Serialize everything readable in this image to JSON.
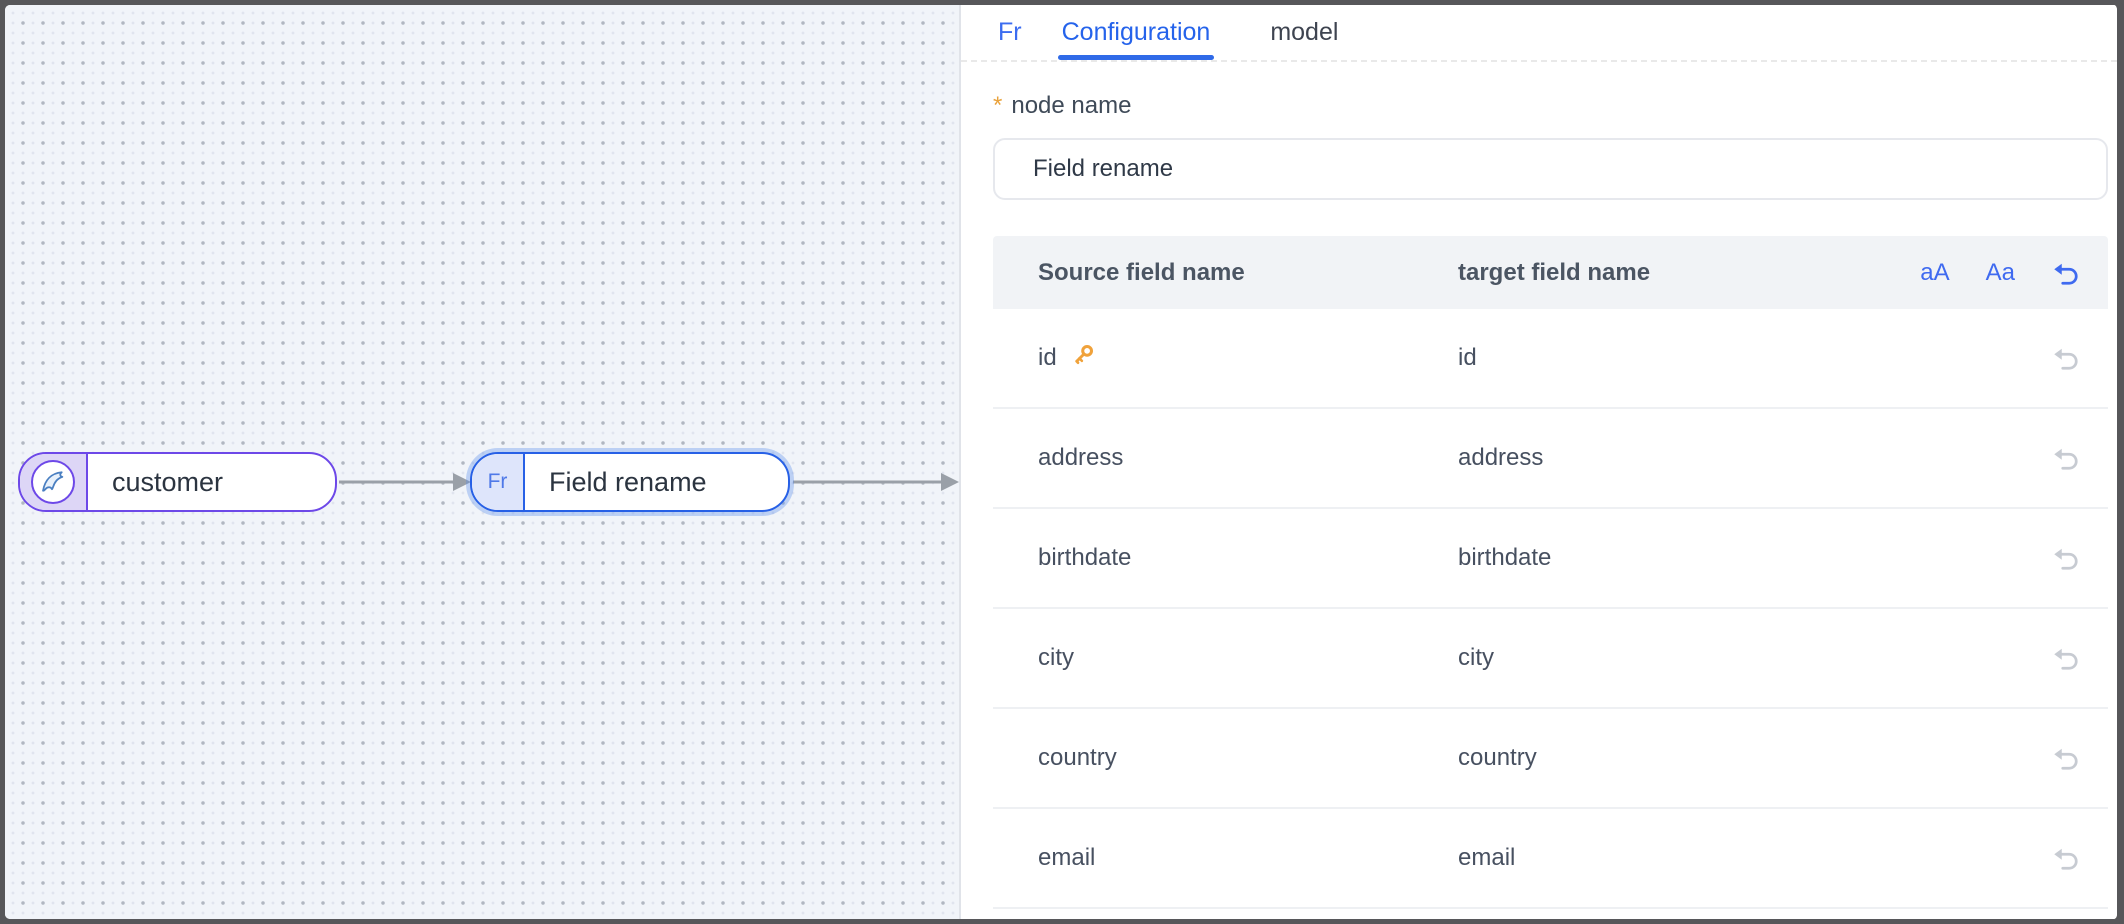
{
  "canvas": {
    "source_node": {
      "label": "customer"
    },
    "transform_node": {
      "label": "Field rename",
      "badge": "Fr"
    }
  },
  "panel": {
    "tab_prefix": "Fr",
    "tabs": [
      {
        "label": "Configuration",
        "active": true
      },
      {
        "label": "model",
        "active": false
      }
    ],
    "form": {
      "required_marker": "*",
      "node_name_label": "node name",
      "node_name_value": "Field rename"
    },
    "table": {
      "source_header": "Source field name",
      "target_header": "target field name",
      "tool_lowercase_label": "aA",
      "tool_capitalize_label": "Aa",
      "rows": [
        {
          "source": "id",
          "target": "id",
          "primary_key": true
        },
        {
          "source": "address",
          "target": "address",
          "primary_key": false
        },
        {
          "source": "birthdate",
          "target": "birthdate",
          "primary_key": false
        },
        {
          "source": "city",
          "target": "city",
          "primary_key": false
        },
        {
          "source": "country",
          "target": "country",
          "primary_key": false
        },
        {
          "source": "email",
          "target": "email",
          "primary_key": false
        }
      ]
    }
  },
  "colors": {
    "accent_blue": "#2563eb",
    "node_purple": "#6d48e8",
    "selected_blue": "#2760e6",
    "key_amber": "#f0a23b",
    "arrow_gray": "#9aa0a8"
  }
}
